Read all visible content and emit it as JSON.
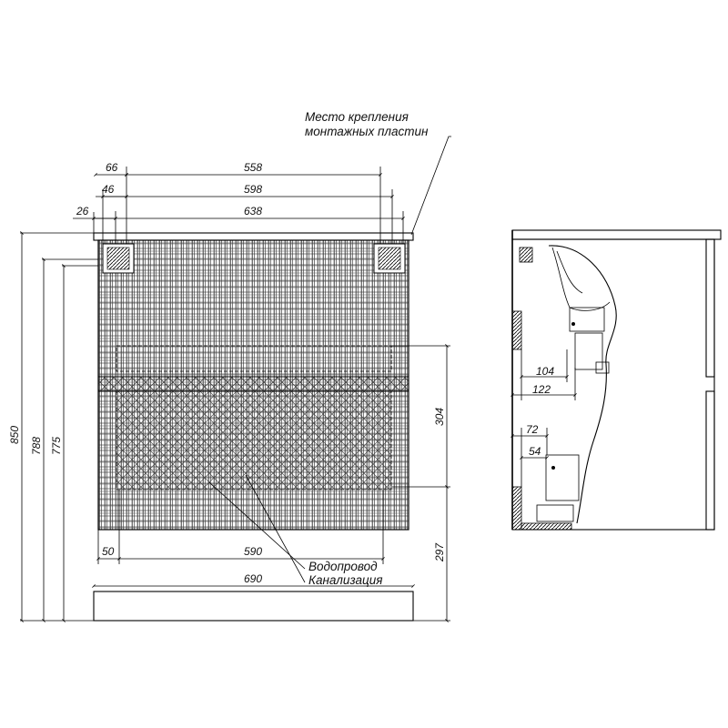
{
  "labels": {
    "mounting_line1": "Место крепления",
    "mounting_line2": "монтажных пластин",
    "water_supply": "Водопровод",
    "sewer": "Канализация"
  },
  "front_dims": {
    "d558": "558",
    "d66": "66",
    "d598": "598",
    "d46": "46",
    "d638": "638",
    "d26": "26",
    "d850": "850",
    "d788": "788",
    "d775": "775",
    "d304": "304",
    "d297": "297",
    "d50": "50",
    "d590": "590",
    "d690": "690"
  },
  "side_dims": {
    "d104": "104",
    "d122": "122",
    "d72": "72",
    "d54": "54"
  }
}
